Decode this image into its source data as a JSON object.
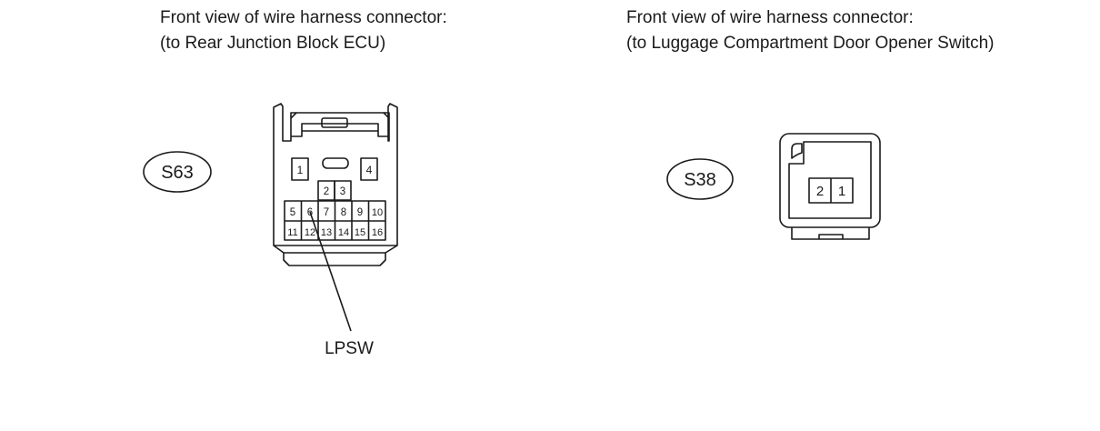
{
  "left_connector": {
    "caption_line1": "Front view of wire harness connector:",
    "caption_line2": "(to Rear Junction Block ECU)",
    "code": "S63",
    "pins_top": [
      "1",
      "4"
    ],
    "pins_mid": [
      "2",
      "3"
    ],
    "pins_row1": [
      "5",
      "6",
      "7",
      "8",
      "9",
      "10"
    ],
    "pins_row2": [
      "11",
      "12",
      "13",
      "14",
      "15",
      "16"
    ],
    "callout_label": "LPSW",
    "callout_pin": "6"
  },
  "right_connector": {
    "caption_line1": "Front view of wire harness connector:",
    "caption_line2": "(to Luggage Compartment Door Opener Switch)",
    "code": "S38",
    "pins": [
      "2",
      "1"
    ]
  }
}
